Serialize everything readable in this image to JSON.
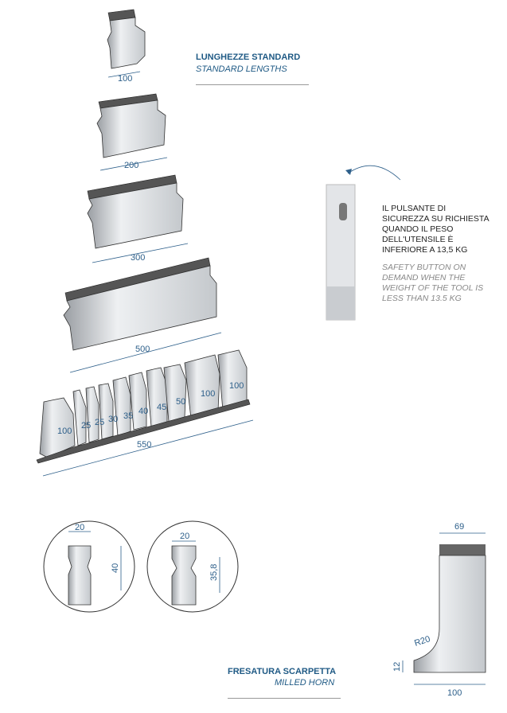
{
  "standard_lengths": {
    "title_it": "LUNGHEZZE STANDARD",
    "title_en": "STANDARD LENGTHS"
  },
  "tools": {
    "t1": "100",
    "t2": "200",
    "t3": "300",
    "t4": "500",
    "set_total": "550",
    "set_segments": [
      "100",
      "25",
      "25",
      "30",
      "35",
      "40",
      "45",
      "50",
      "100",
      "100"
    ]
  },
  "safety": {
    "text_it": "IL PULSANTE DI SICUREZZA SU RICHIESTA QUANDO IL PESO DELL'UTENSILE È INFERIORE A 13,5 KG",
    "text_en": "SAFETY BUTTON ON DEMAND WHEN THE WEIGHT OF THE TOOL IS LESS THAN 13.5 KG"
  },
  "details": {
    "left_width": "20",
    "left_height": "40",
    "right_width": "20",
    "right_height": "35,8"
  },
  "milled_horn": {
    "title_it": "FRESATURA SCARPETTA",
    "title_en": "MILLED HORN",
    "top_width": "69",
    "radius": "R20",
    "height": "12",
    "bottom_width": "100"
  }
}
